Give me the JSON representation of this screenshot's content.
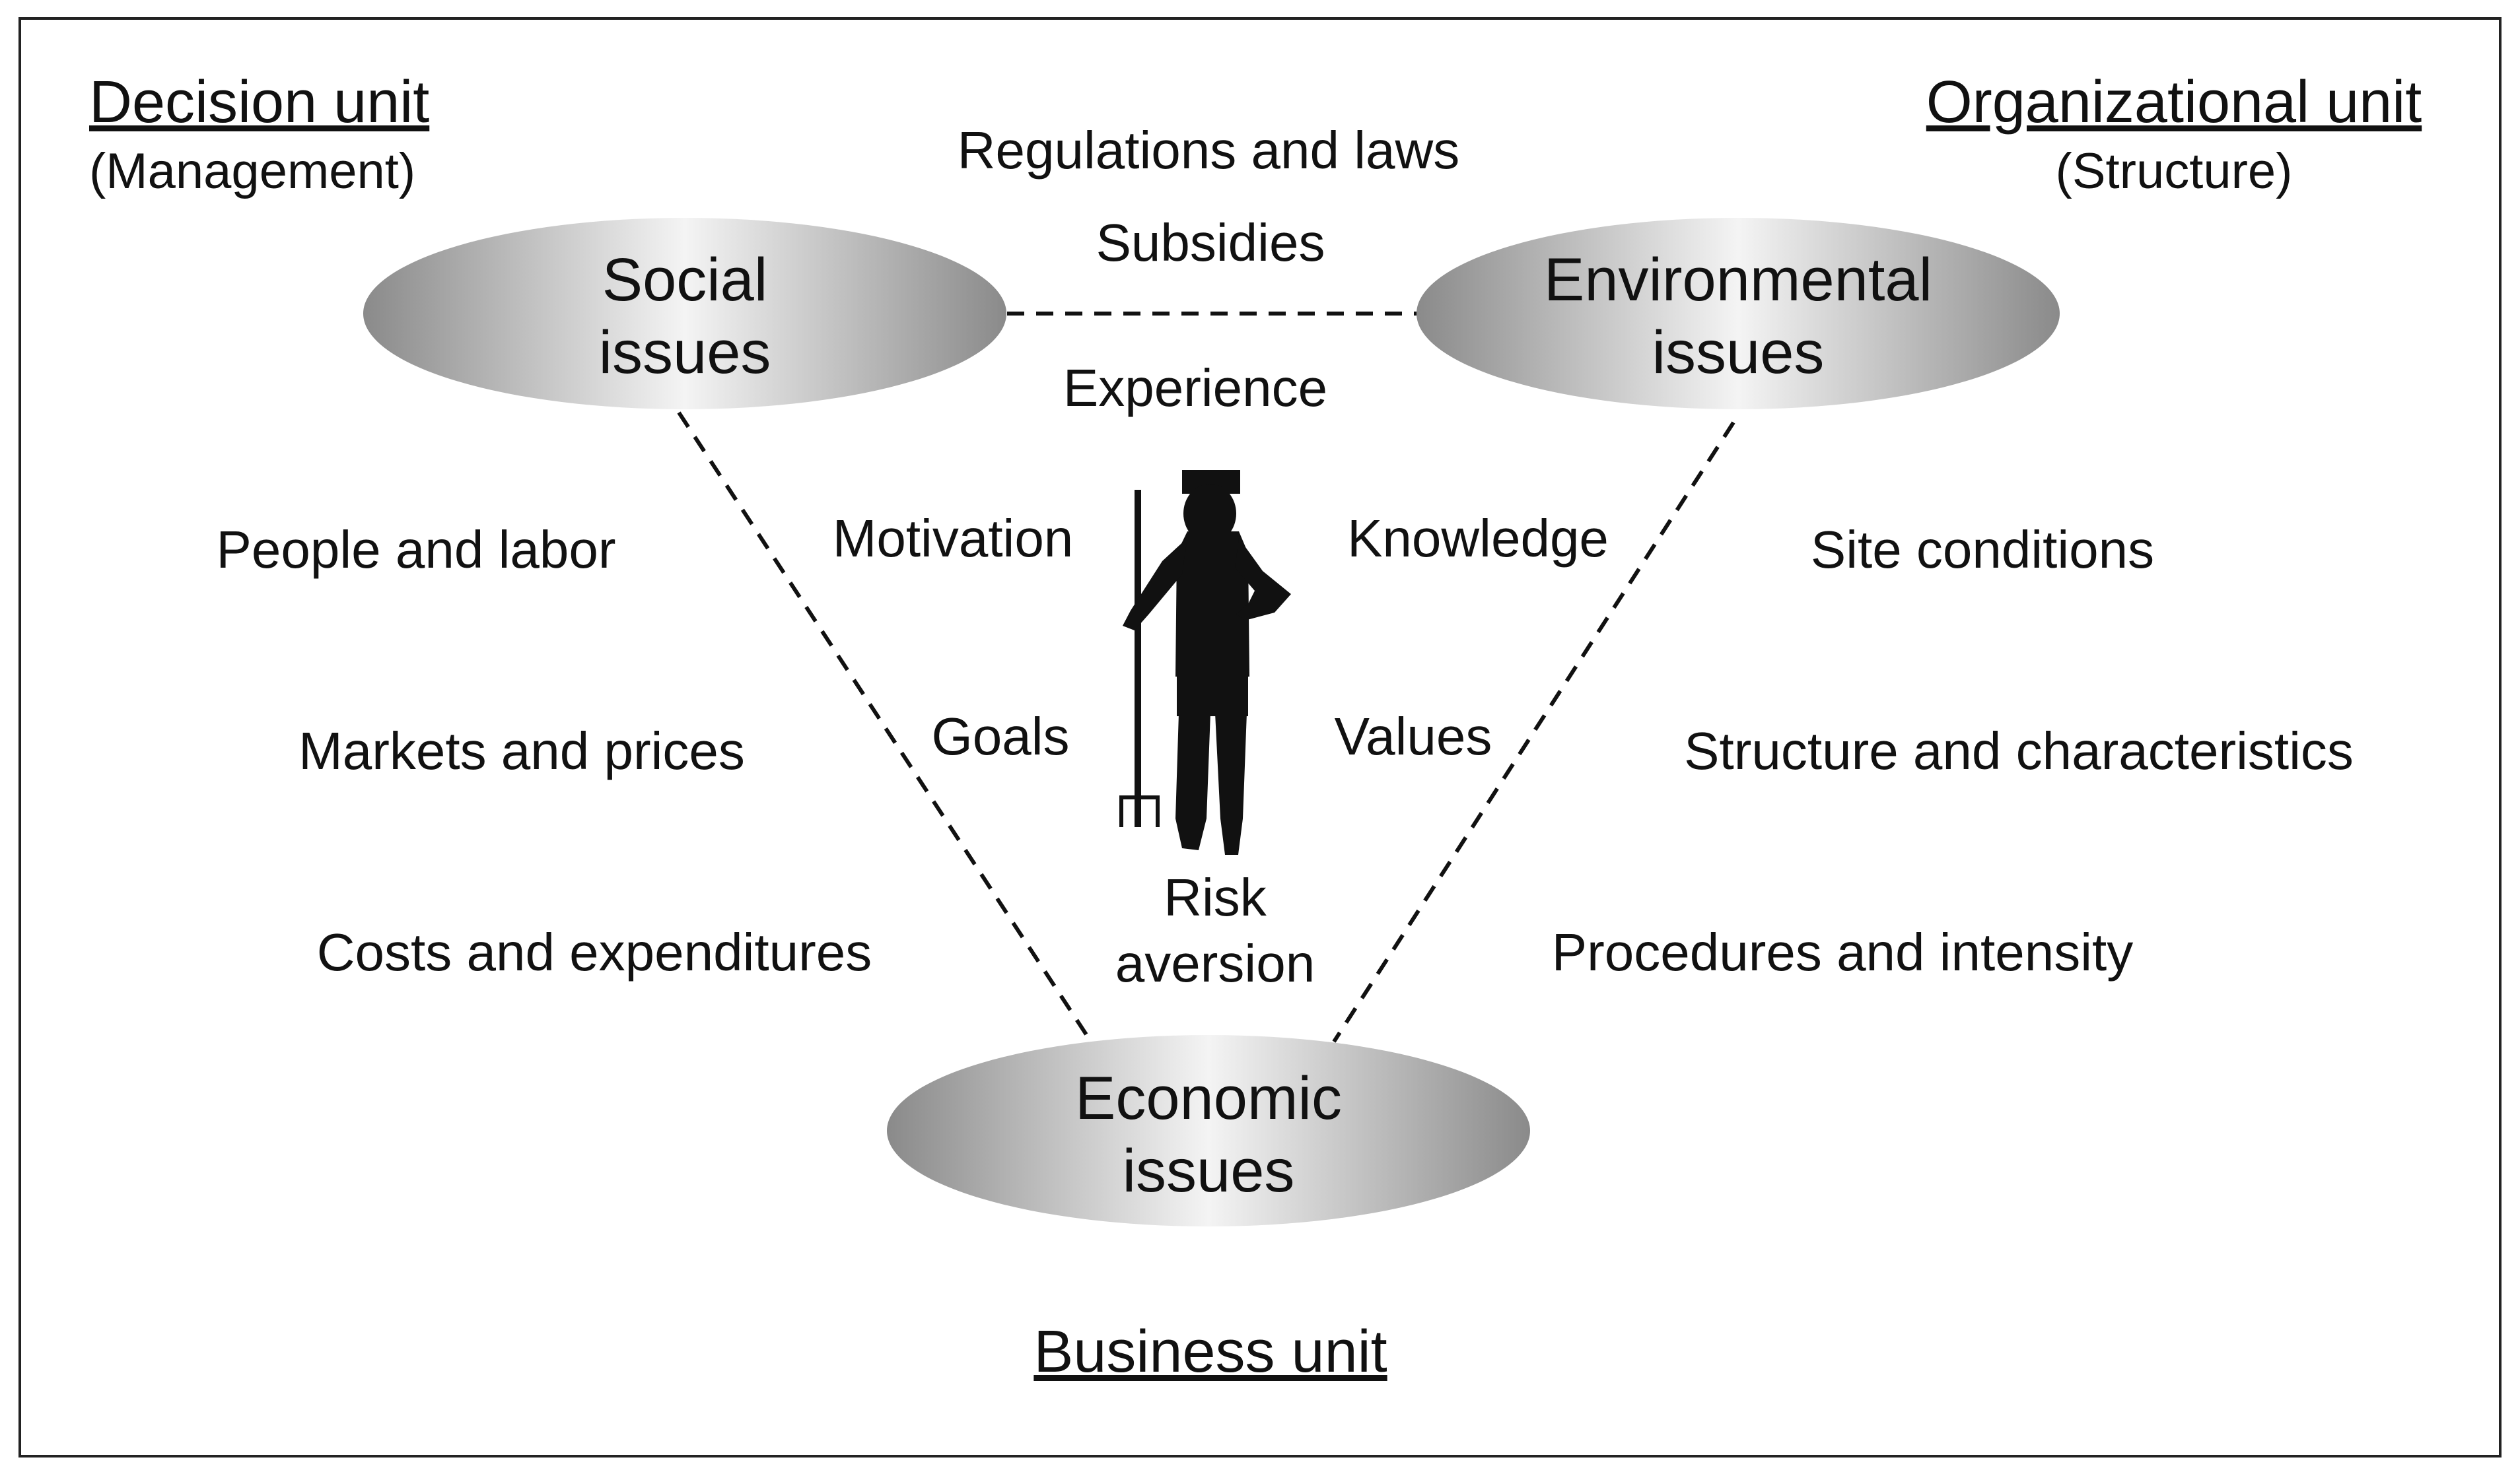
{
  "corners": {
    "decision_unit": {
      "title": "Decision unit",
      "subtitle": "(Management)"
    },
    "organizational_unit": {
      "title": "Organizational unit",
      "subtitle": "(Structure)"
    },
    "business_unit": {
      "title": "Business unit"
    }
  },
  "issues": {
    "social": {
      "line1": "Social",
      "line2": "issues"
    },
    "environmental": {
      "line1": "Environmental",
      "line2": "issues"
    },
    "economic": {
      "line1": "Economic",
      "line2": "issues"
    }
  },
  "top_factors": [
    "Regulations and laws",
    "Subsidies",
    "Experience"
  ],
  "left_factors": [
    "People and labor",
    "Markets and prices",
    "Costs and expenditures"
  ],
  "right_factors": [
    "Site conditions",
    "Structure and characteristics",
    "Procedures and intensity"
  ],
  "farmer_factors": {
    "motivation": "Motivation",
    "knowledge": "Knowledge",
    "goals": "Goals",
    "values": "Values",
    "risk_line1": "Risk",
    "risk_line2": "aversion"
  },
  "icons": {
    "farmer": "farmer-with-pitchfork-icon"
  },
  "colors": {
    "text": "#111111",
    "border": "#222222",
    "oval_dark": "#8a8a8a",
    "oval_light": "#f4f4f4"
  }
}
